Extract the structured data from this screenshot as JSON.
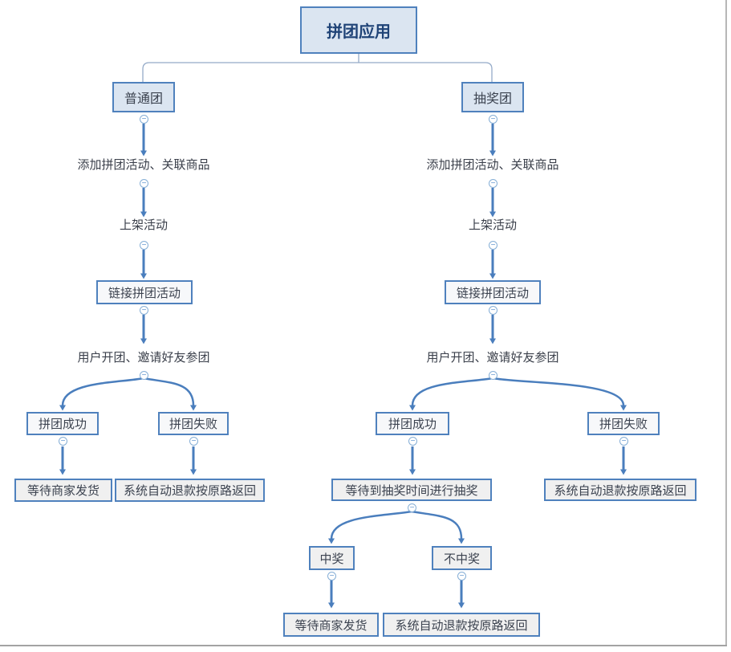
{
  "icons": {
    "collapse_glyph": "−"
  },
  "colors": {
    "node_border": "#4f81bd",
    "node_fill_blue": "#dbe5f1",
    "node_fill_light": "#f7f8fa",
    "node_fill_gray": "#f0f0f0",
    "arrow": "#4a7ebd",
    "connector": "#94aac8",
    "root_text": "#1f4377",
    "label_text": "#3a3f4a"
  },
  "diagram": {
    "root_label": "拼团应用",
    "branches": [
      {
        "title": "普通团",
        "step_add": "添加拼团活动、关联商品",
        "step_launch": "上架活动",
        "step_link": "链接拼团活动",
        "step_invite": "用户开团、邀请好友参团",
        "success": "拼团成功",
        "fail": "拼团失败",
        "success_result": "等待商家发货",
        "fail_result": "系统自动退款按原路返回"
      },
      {
        "title": "抽奖团",
        "step_add": "添加拼团活动、关联商品",
        "step_launch": "上架活动",
        "step_link": "链接拼团活动",
        "step_invite": "用户开团、邀请好友参团",
        "success": "拼团成功",
        "fail": "拼团失败",
        "success_result": "等待到抽奖时间进行抽奖",
        "fail_result": "系统自动退款按原路返回",
        "win": "中奖",
        "lose": "不中奖",
        "win_result": "等待商家发货",
        "lose_result": "系统自动退款按原路返回"
      }
    ]
  }
}
